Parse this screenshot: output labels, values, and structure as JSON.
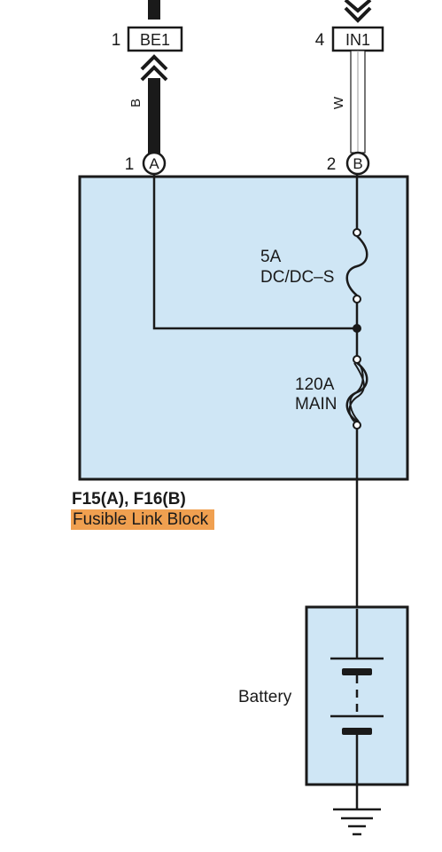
{
  "colors": {
    "box_fill": "#cfe6f5",
    "stroke": "#1a1a1a",
    "highlight": "#f0a050"
  },
  "top_left": {
    "pin": "1",
    "connector": "BE1",
    "wire_color": "B"
  },
  "top_right": {
    "pin": "4",
    "connector": "IN1",
    "wire_color": "W"
  },
  "block": {
    "pin_a_number": "1",
    "pin_a_letter": "A",
    "pin_b_number": "2",
    "pin_b_letter": "B",
    "fuse1_rating": "5A",
    "fuse1_name": "DC/DC–S",
    "fuse2_rating": "120A",
    "fuse2_name": "MAIN",
    "reference": "F15(A), F16(B)",
    "description": "Fusible Link Block"
  },
  "battery": {
    "label": "Battery"
  },
  "icons": [
    "double-chevron-icon",
    "fuse-icon",
    "fusible-link-icon",
    "battery-cell-icon",
    "ground-icon"
  ]
}
